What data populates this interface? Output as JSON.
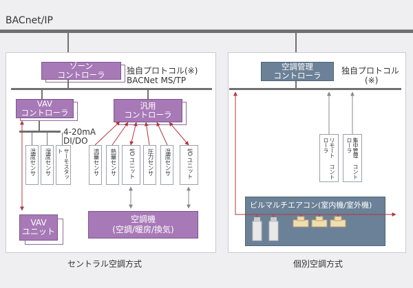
{
  "network_label": "BACnet/IP",
  "central": {
    "caption": "セントラル空調方式",
    "zone_controller": [
      "ゾーン",
      "コントローラ"
    ],
    "protocol_label": [
      "独自プロトコル(※)",
      "BACNet MS/TP"
    ],
    "vav_controller": [
      "VAV",
      "コントローラ"
    ],
    "general_controller": [
      "汎用",
      "コントローラ"
    ],
    "signal_label": [
      "4-20mA",
      "DI/DO"
    ],
    "sensors_left": [
      [
        "温度",
        "センサ"
      ],
      [
        "湿度",
        "センサ"
      ],
      [
        "サーモ",
        "スタット"
      ]
    ],
    "sensors_right": [
      [
        "流量",
        "センサ"
      ],
      [
        "熱量",
        "センサ"
      ],
      [
        "I/O",
        "ユニット"
      ],
      [
        "圧力",
        "センサ"
      ],
      [
        "温度",
        "センサ"
      ],
      [
        "I/O",
        "ユニット"
      ]
    ],
    "vav_unit": [
      "VAV",
      "ユニット"
    ],
    "ahu": [
      "空調機",
      "(空調/暖房/換気)"
    ]
  },
  "individual": {
    "caption": "個別空調方式",
    "controller": [
      "空調管理",
      "コントローラ"
    ],
    "protocol_label": [
      "独自プロトコル",
      "(※)"
    ],
    "remote_controller": [
      "リモート",
      "コントローラ"
    ],
    "central_controller": [
      "集中管理",
      "コントローラ"
    ],
    "multi_aircon": "ビルマルチエアコン(室内機/室外機)"
  },
  "colors": {
    "purple": "#a779b6",
    "steel_blue": "#6b8197",
    "arrow_red": "#b5353c",
    "arrow_gray": "#888888",
    "bus_gray": "#6e6e6e"
  }
}
